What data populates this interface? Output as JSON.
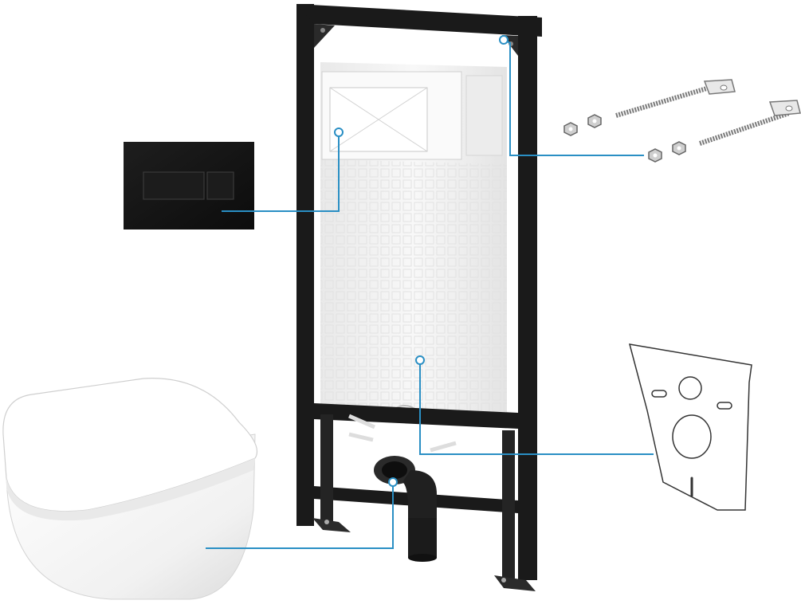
{
  "image": {
    "description_items": [
      "flush-plate",
      "installation-frame",
      "fixing-bolts",
      "wall-hung-toilet",
      "sound-insulation-pad"
    ]
  },
  "colors": {
    "frame": "#1a1a1a",
    "cistern": "#f2f2f2",
    "callout": "#2a8fc4",
    "plate": "#141414",
    "toilet": "#f7f7f7",
    "outline": "#333333",
    "bolt": "#777777"
  }
}
